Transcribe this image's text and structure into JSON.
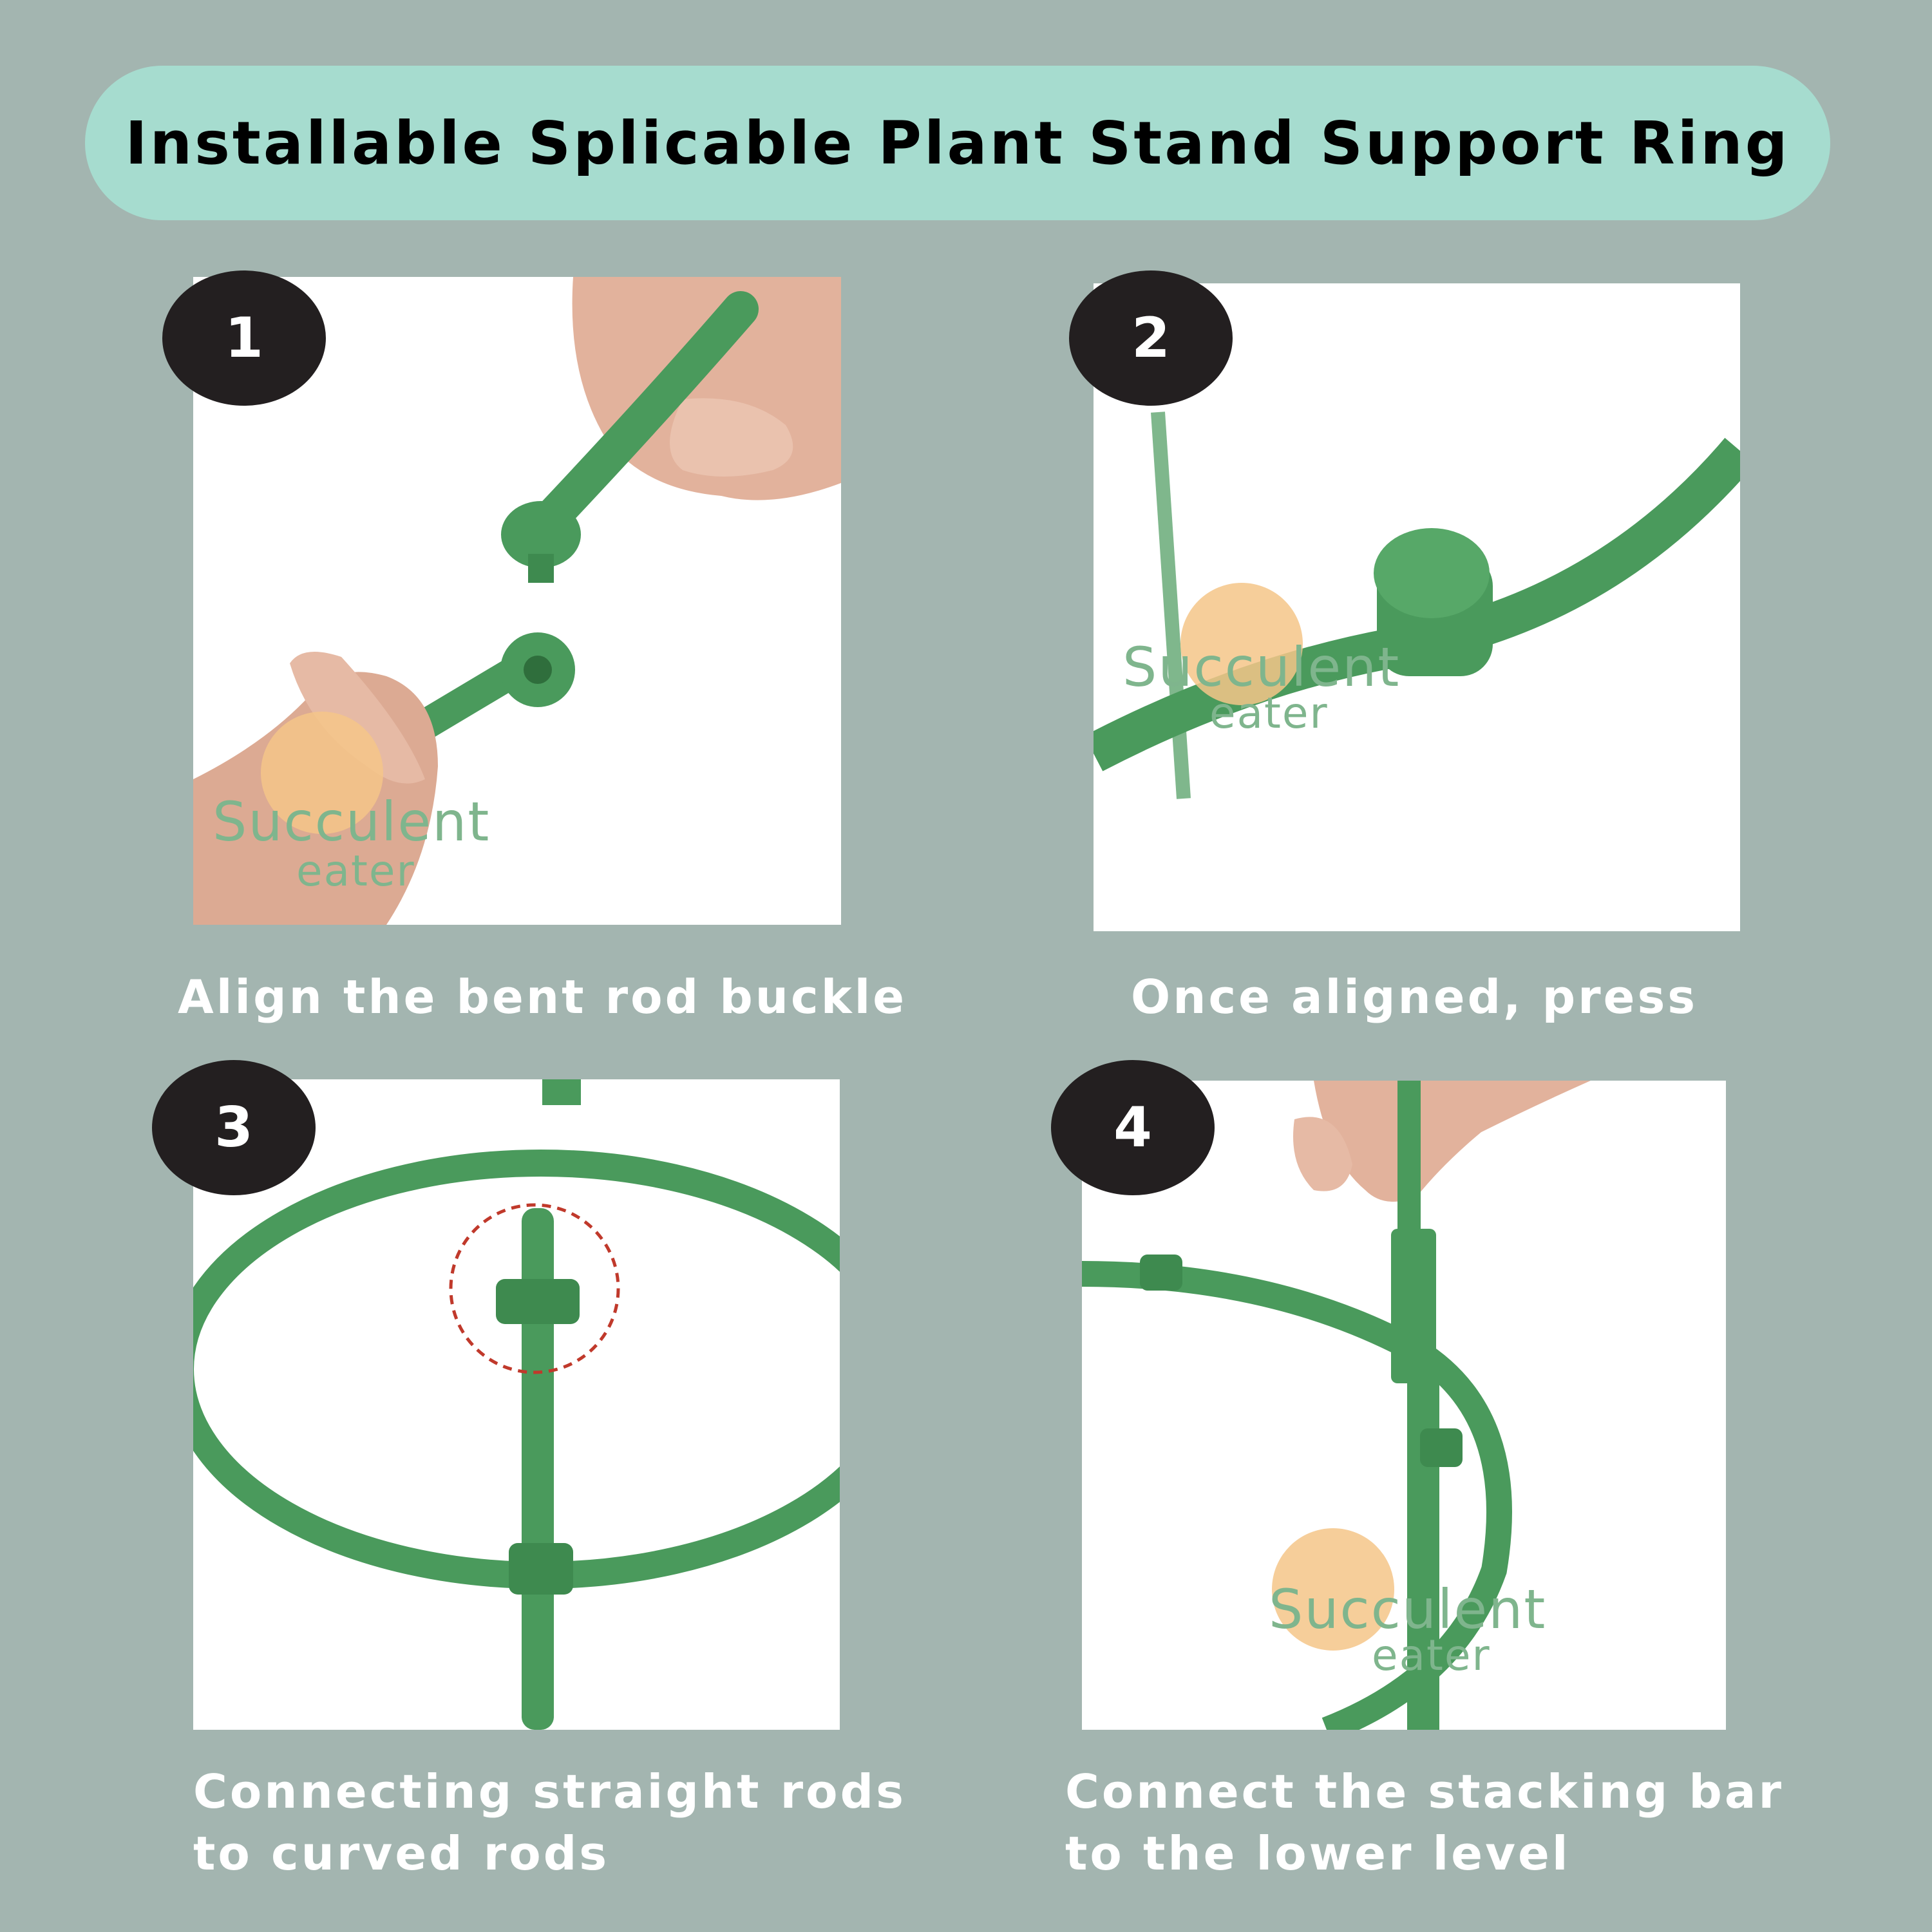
{
  "header": {
    "title": "Installable Splicable Plant Stand Support Ring"
  },
  "watermark": {
    "line1": "Succulent",
    "line2": "eater"
  },
  "steps": [
    {
      "number": "1",
      "caption_line1": "Align the bent rod buckle",
      "caption_line2": ""
    },
    {
      "number": "2",
      "caption_line1": "Once aligned, press",
      "caption_line2": ""
    },
    {
      "number": "3",
      "caption_line1": "Connecting straight rods",
      "caption_line2": "to curved rods"
    },
    {
      "number": "4",
      "caption_line1": "Connect the stacking bar",
      "caption_line2": "to the lower level"
    }
  ],
  "colors": {
    "background": "#a3b5b0",
    "banner": "#a6dccf",
    "badge": "#231f20",
    "rod_green": "#4a9a5c",
    "skin": "#e2b29c"
  }
}
